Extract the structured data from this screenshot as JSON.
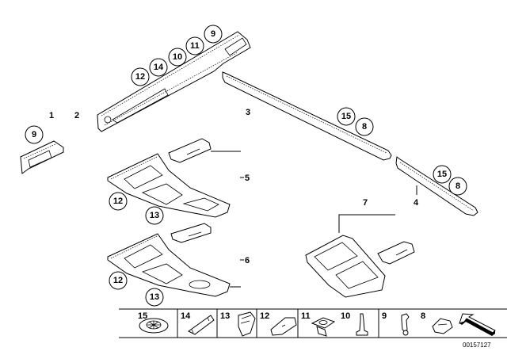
{
  "diagram": {
    "part_labels": {
      "p1": "1",
      "p2": "2",
      "p3": "3",
      "p4": "4",
      "p5": "5",
      "p6": "6",
      "p7": "7"
    },
    "callouts": {
      "trim1": [
        "9"
      ],
      "trim2": [
        "12",
        "14",
        "10",
        "11",
        "9"
      ],
      "trim3": [
        "15",
        "8"
      ],
      "trim4": [
        "15",
        "8"
      ],
      "console5": [
        "12",
        "13"
      ],
      "console6": [
        "12",
        "13"
      ]
    },
    "hardware_strip": [
      {
        "num": "15",
        "icon": "expanding-nut-icon"
      },
      {
        "num": "14",
        "icon": "clip-bracket-icon"
      },
      {
        "num": "13",
        "icon": "spring-clip-icon"
      },
      {
        "num": "12",
        "icon": "grommet-icon"
      },
      {
        "num": "11",
        "icon": "mounting-clip-icon"
      },
      {
        "num": "10",
        "icon": "stud-pin-icon"
      },
      {
        "num": "9",
        "icon": "retaining-clip-icon"
      },
      {
        "num": "8",
        "icon": "adhesive-pad-icon"
      }
    ],
    "document_number": "00157127"
  }
}
